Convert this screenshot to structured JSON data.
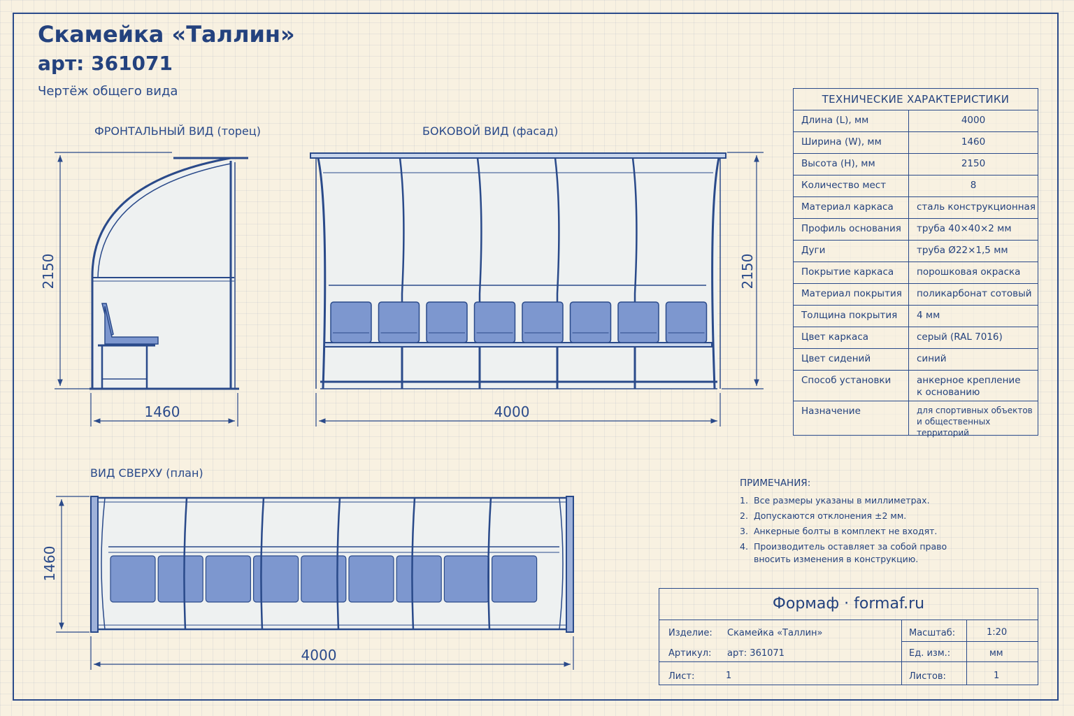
{
  "header": {
    "title": "Скамейка «Таллин»",
    "article": "арт: 361071",
    "subtitle": "Чертёж общего вида"
  },
  "views": {
    "front": {
      "label": "ФРОНТАЛЬНЫЙ ВИД (торец)",
      "height_dim": "2150",
      "width_dim": "1460"
    },
    "side": {
      "label": "БОКОВОЙ ВИД (фасад)",
      "length_dim": "4000",
      "height_dim": "2150",
      "seat_count": 8
    },
    "top": {
      "label": "ВИД СВЕРХУ (план)",
      "width_dim": "1460",
      "length_dim": "4000"
    }
  },
  "specs": {
    "header": "ТЕХНИЧЕСКИЕ ХАРАКТЕРИСТИКИ",
    "rows": [
      {
        "key": "Длина (L), мм",
        "value": "4000"
      },
      {
        "key": "Ширина (W), мм",
        "value": "1460"
      },
      {
        "key": "Высота (H), мм",
        "value": "2150"
      },
      {
        "key": "Количество мест",
        "value": "8"
      },
      {
        "key": "Материал каркаса",
        "value": "сталь конструкционная"
      },
      {
        "key": "Профиль основания",
        "value": "труба 40×40×2 мм"
      },
      {
        "key": "Дуги",
        "value": "труба Ø22×1,5 мм"
      },
      {
        "key": "Покрытие каркаса",
        "value": "порошковая окраска"
      },
      {
        "key": "Материал покрытия",
        "value": "поликарбонат сотовый"
      },
      {
        "key": "Толщина покрытия",
        "value": "4 мм"
      },
      {
        "key": "Цвет каркаса",
        "value": "серый (RAL 7016)"
      },
      {
        "key": "Цвет сидений",
        "value": "синий"
      },
      {
        "key": "Способ установки",
        "value": "анкерное крепление\nк основанию"
      },
      {
        "key": "Назначение",
        "value": "для спортивных объектов\nи общественных территорий"
      }
    ]
  },
  "notes": {
    "title": "ПРИМЕЧАНИЯ:",
    "items": [
      {
        "num": "1.",
        "text": "Все размеры указаны в миллиметрах."
      },
      {
        "num": "2.",
        "text": "Допускаются отклонения ±2 мм."
      },
      {
        "num": "3.",
        "text": "Анкерные болты в комплект не входят."
      },
      {
        "num": "4.",
        "text": "Производитель оставляет за собой право вносить изменения в конструкцию."
      }
    ]
  },
  "title_block": {
    "brand": "Формаф · formaf.ru",
    "product_label": "Изделие:",
    "product_value": "Скамейка «Таллин»",
    "article_label": "Артикул:",
    "article_value": "арт: 361071",
    "sheet_label": "Лист:",
    "sheet_value": "1",
    "scale_label": "Масштаб:",
    "scale_value": "1:20",
    "unit_label": "Ед. изм.:",
    "unit_value": "мм",
    "sheets_label": "Листов:",
    "sheets_value": "1"
  },
  "colors": {
    "ink": "#2a4a8a",
    "seat": "#7d97cf",
    "paper": "#f8f1e1",
    "glass": "#eef1f1"
  }
}
